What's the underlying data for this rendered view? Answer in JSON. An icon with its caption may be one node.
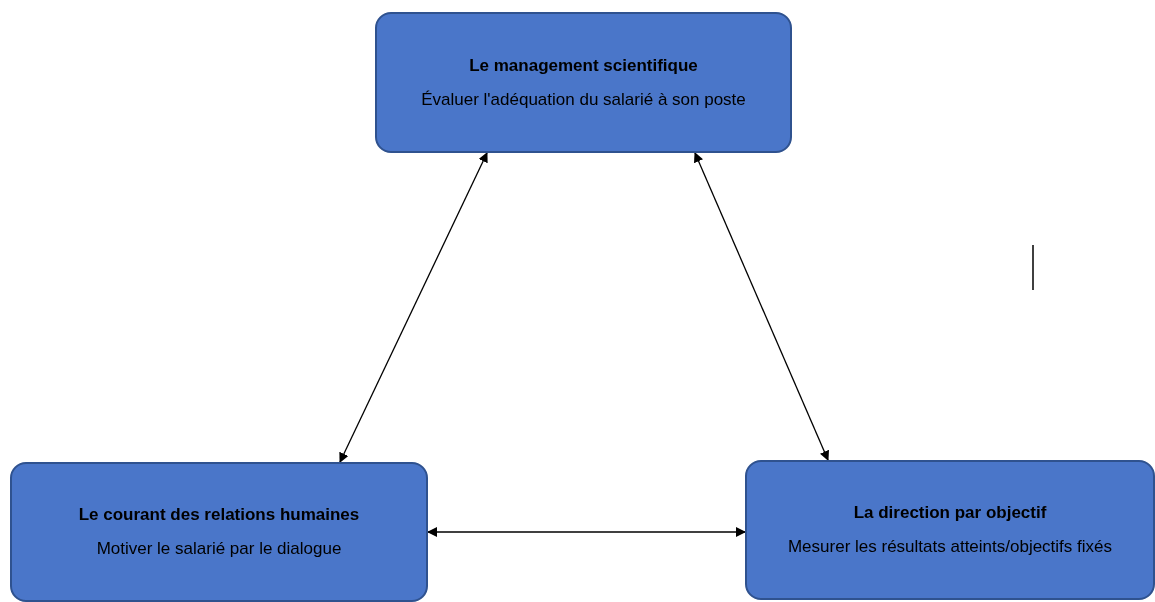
{
  "diagram": {
    "nodes": [
      {
        "text": [
          "Le management scientifique",
          "Évaluer l'adéquation du salarié à son poste"
        ]
      },
      {
        "text": [
          "Le courant des relations humaines",
          "Motiver le salarié par le dialogue"
        ]
      },
      {
        "text": [
          "La direction par objectif",
          "Mesurer les résultats atteints/objectifs fixés"
        ]
      }
    ],
    "edges": [
      {
        "from": 0,
        "to": 1,
        "arrow": "both"
      },
      {
        "from": 0,
        "to": 2,
        "arrow": "both"
      },
      {
        "from": 1,
        "to": 2,
        "arrow": "both"
      }
    ]
  }
}
